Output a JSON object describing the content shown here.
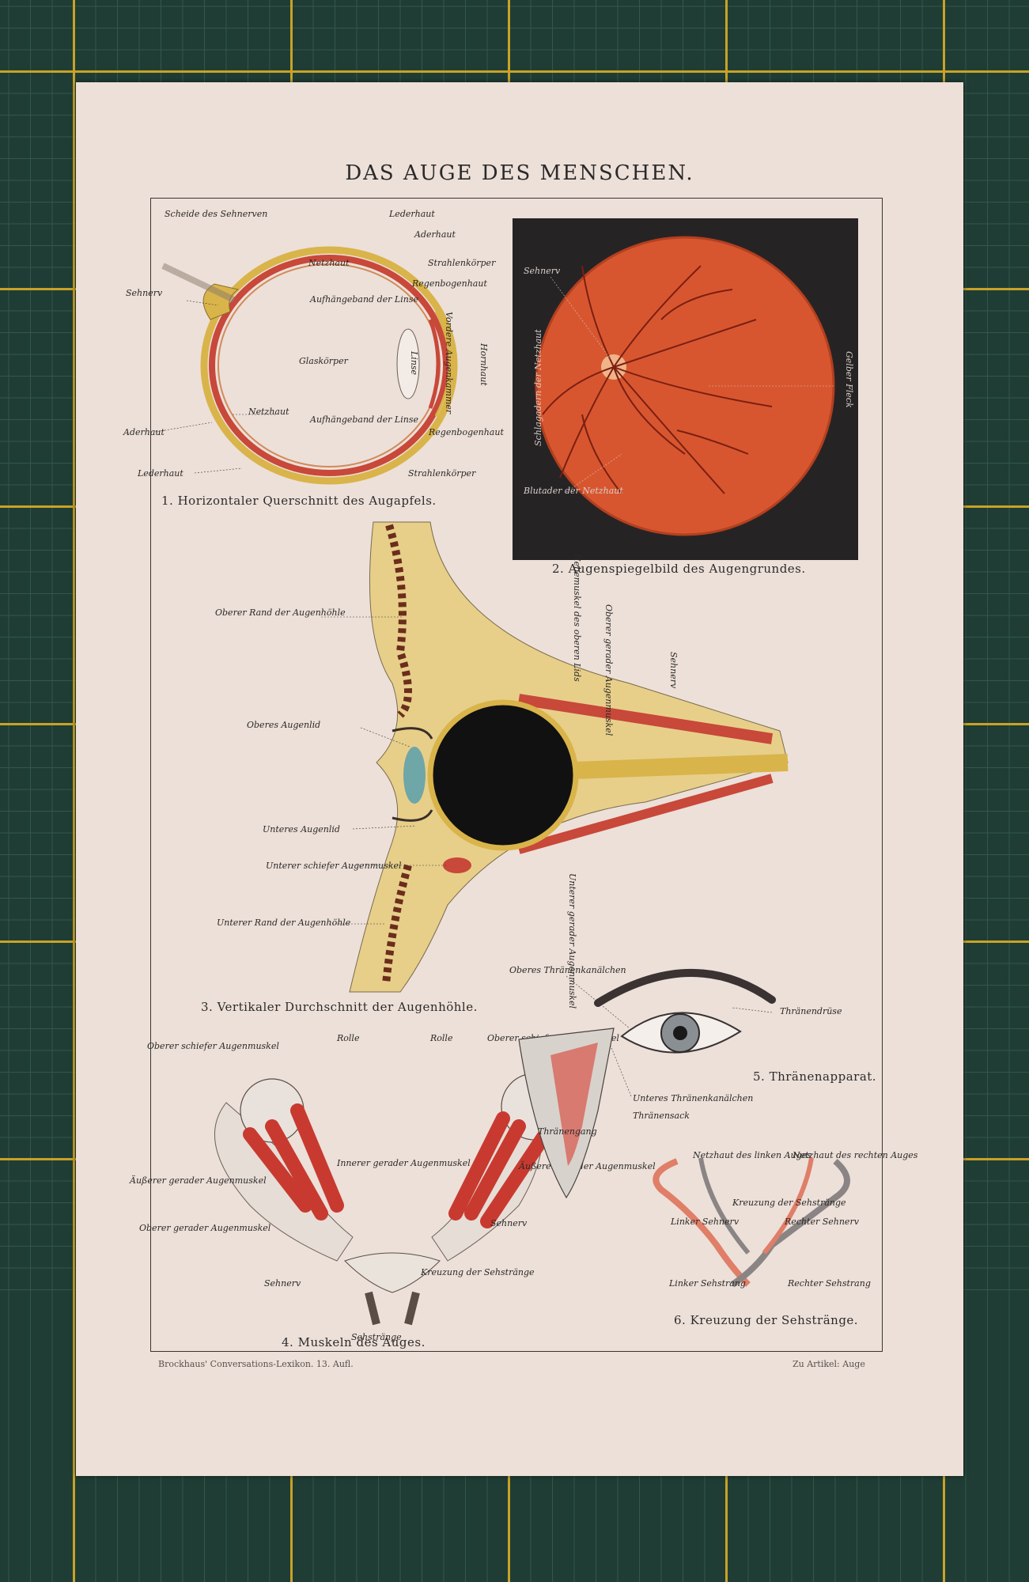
{
  "title": "DAS AUGE DES MENSCHEN.",
  "colors": {
    "mat": "#1f3d35",
    "grid": "#c9a227",
    "paper": "#ece0d9",
    "red": "#c8483a",
    "fundus": "#d8562f",
    "yellow": "#d9b44a"
  },
  "figures": {
    "fig1": {
      "caption": "1. Horizontaler Querschnitt des Augapfels.",
      "labels": [
        "Scheide des Sehnerven",
        "Lederhaut",
        "Aderhaut",
        "Netzhaut",
        "Strahlenkörper",
        "Sehnerv",
        "Regenbogenhaut",
        "Aufhängeband der Linse",
        "Glaskörper",
        "Linse",
        "Vordere Augenkammer",
        "Hornhaut",
        "Netzhaut",
        "Aderhaut",
        "Aufhängeband der Linse",
        "Regenbogenhaut",
        "Lederhaut",
        "Strahlenkörper"
      ]
    },
    "fig2": {
      "caption": "2. Augenspiegelbild des Augengrundes.",
      "labels": [
        "Sehnerv",
        "Schlagadern der Netzhaut",
        "Blutader der Netzhaut",
        "Gelber Fleck"
      ]
    },
    "fig3": {
      "caption": "3. Vertikaler Durchschnitt der Augenhöhle.",
      "labels": [
        "Oberer Rand der Augenhöhle",
        "Hebemuskel des oberen Lids",
        "Oberer gerader Augenmuskel",
        "Sehnerv",
        "Oberes Augenlid",
        "Unteres Augenlid",
        "Unterer schiefer Augenmuskel",
        "Unterer Rand der Augenhöhle",
        "Unterer gerader Augenmuskel"
      ]
    },
    "fig4": {
      "caption": "4. Muskeln des Auges.",
      "labels": [
        "Oberer schiefer Augenmuskel",
        "Rolle",
        "Rolle",
        "Oberer schiefer Augenmuskel",
        "Innerer gerader Augenmuskel",
        "Äußerer gerader Augenmuskel",
        "Äußerer gerader Augenmuskel",
        "Oberer gerader Augenmuskel",
        "Sehnerv",
        "Sehnerv",
        "Kreuzung der Sehstränge",
        "Sehstränge"
      ]
    },
    "fig5": {
      "caption": "5. Thränenapparat.",
      "labels": [
        "Oberes Thränenkanälchen",
        "Thränendrüse",
        "Unteres Thränenkanälchen",
        "Thränensack",
        "Thränengang"
      ]
    },
    "fig6": {
      "caption": "6. Kreuzung der Sehstränge.",
      "labels": [
        "Netzhaut des linken Auges",
        "Netzhaut des rechten Auges",
        "Kreuzung der Sehstränge",
        "Linker Sehnerv",
        "Rechter Sehnerv",
        "Linker Sehstrang",
        "Rechter Sehstrang"
      ]
    }
  },
  "footer": {
    "left": "Brockhaus' Conversations-Lexikon. 13. Aufl.",
    "right": "Zu Artikel: Auge"
  }
}
